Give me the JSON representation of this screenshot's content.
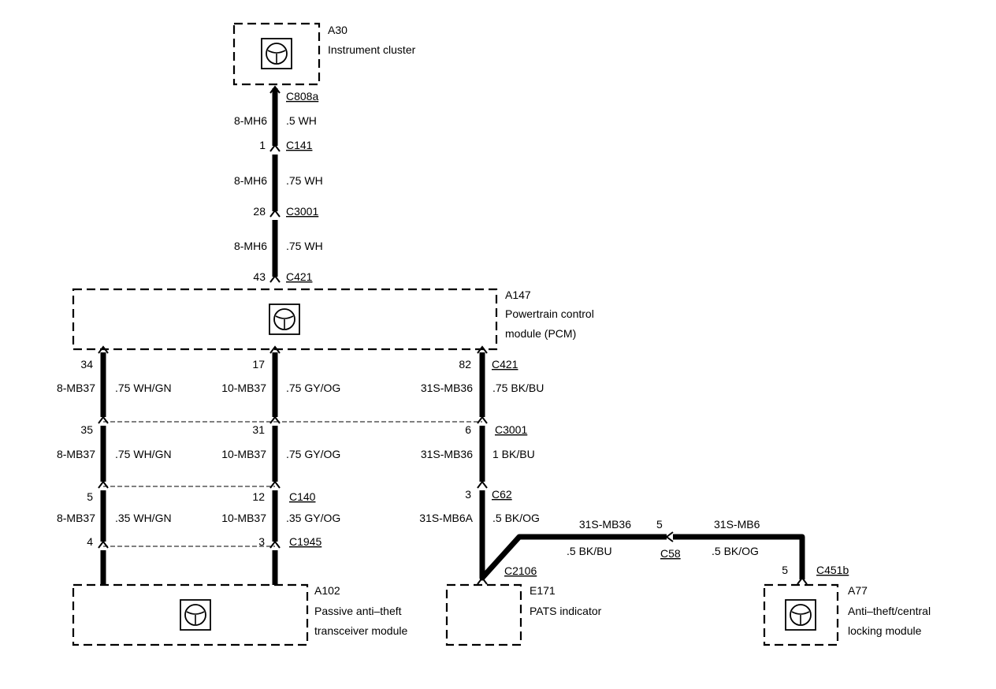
{
  "modules": {
    "a30": {
      "id": "A30",
      "name": "Instrument cluster"
    },
    "a147": {
      "id": "A147",
      "name_line1": "Powertrain control",
      "name_line2": "module (PCM)"
    },
    "a102": {
      "id": "A102",
      "name_line1": "Passive anti–theft",
      "name_line2": "transceiver module"
    },
    "e171": {
      "id": "E171",
      "name": "PATS indicator"
    },
    "a77": {
      "id": "A77",
      "name_line1": "Anti–theft/central",
      "name_line2": "locking module"
    }
  },
  "connectors": {
    "c808a": "C808a",
    "c141": "C141",
    "c3001_top": "C3001",
    "c421_top": "C421",
    "c421_right": "C421",
    "c3001_right": "C3001",
    "c62": "C62",
    "c140": "C140",
    "c1945": "C1945",
    "c2106": "C2106",
    "c58": "C58",
    "c451b": "C451b"
  },
  "main_trunk": {
    "seg1": {
      "circuit": "8-MH6",
      "wire": ".5 WH",
      "pin_bottom": "1"
    },
    "seg2": {
      "circuit": "8-MH6",
      "wire": ".75 WH",
      "pin_bottom": "28"
    },
    "seg3": {
      "circuit": "8-MH6",
      "wire": ".75 WH",
      "pin_bottom": "43"
    }
  },
  "left_branch": {
    "pin1": "34",
    "seg1": {
      "circuit": "8-MB37",
      "wire": ".75 WH/GN"
    },
    "pin2": "35",
    "seg2": {
      "circuit": "8-MB37",
      "wire": ".75 WH/GN"
    },
    "pin3": "5",
    "seg3": {
      "circuit": "8-MB37",
      "wire": ".35 WH/GN"
    },
    "pin4": "4"
  },
  "mid_branch": {
    "pin1": "17",
    "seg1": {
      "circuit": "10-MB37",
      "wire": ".75 GY/OG"
    },
    "pin2": "31",
    "seg2": {
      "circuit": "10-MB37",
      "wire": ".75 GY/OG"
    },
    "pin3": "12",
    "seg3": {
      "circuit": "10-MB37",
      "wire": ".35 GY/OG"
    },
    "pin4": "3"
  },
  "right_branch": {
    "pin1": "82",
    "seg1": {
      "circuit": "31S-MB36",
      "wire": ".75 BK/BU"
    },
    "pin2": "6",
    "seg2": {
      "circuit": "31S-MB36",
      "wire": "1 BK/BU"
    },
    "pin3": "3",
    "seg3": {
      "circuit": "31S-MB6A",
      "wire": ".5 BK/OG"
    }
  },
  "horizontal_run": {
    "seg1": {
      "circuit": "31S-MB36",
      "wire": ".5 BK/BU"
    },
    "pin_c58": "5",
    "seg2": {
      "circuit": "31S-MB6",
      "wire": ".5 BK/OG"
    },
    "pin_a77": "5"
  }
}
